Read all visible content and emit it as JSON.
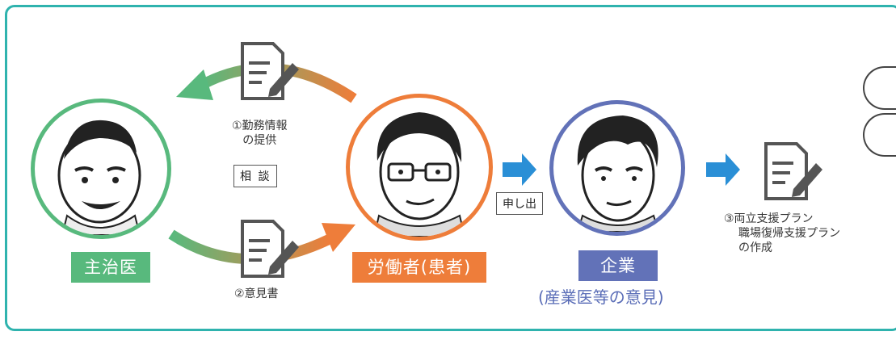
{
  "nodes": {
    "doctor": {
      "label": "主治医",
      "color": "#58b97d"
    },
    "worker": {
      "label": "労働者(患者)",
      "color": "#ee7d3a"
    },
    "company": {
      "label": "企業",
      "sublabel": "(産業医等の意見)",
      "color": "#6272b8"
    }
  },
  "steps": {
    "work_info": {
      "line1": "①勤務情報",
      "line2": "の提供"
    },
    "consult": "相 談",
    "opinion": "②意見書",
    "request": "申し出",
    "plan": {
      "line1": "③両立支援プラン",
      "line2": "職場復帰支援プラン",
      "line3": "の作成"
    }
  },
  "colors": {
    "frame": "#2fb3ae",
    "arrow_blue": "#2a8fd6",
    "arrow_green": "#58b97d",
    "arrow_orange": "#ee7d3a"
  },
  "icons": [
    "document-pen-icon",
    "doctor-portrait",
    "worker-portrait",
    "company-portrait"
  ]
}
